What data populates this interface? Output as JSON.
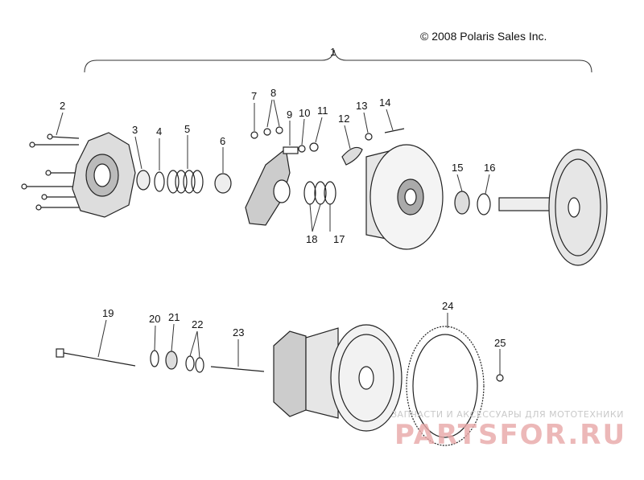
{
  "copyright": "© 2008 Polaris Sales Inc.",
  "callouts": [
    "1",
    "2",
    "3",
    "4",
    "5",
    "6",
    "7",
    "8",
    "9",
    "10",
    "11",
    "12",
    "13",
    "14",
    "15",
    "16",
    "17",
    "18",
    "19",
    "20",
    "21",
    "22",
    "23",
    "24",
    "25"
  ],
  "watermark": {
    "caption": "ЗАПЧАСТИ И АКСЕССУАРЫ ДЛЯ МОТОТЕХНИКИ",
    "brand": "PARTSFOR.RU"
  }
}
